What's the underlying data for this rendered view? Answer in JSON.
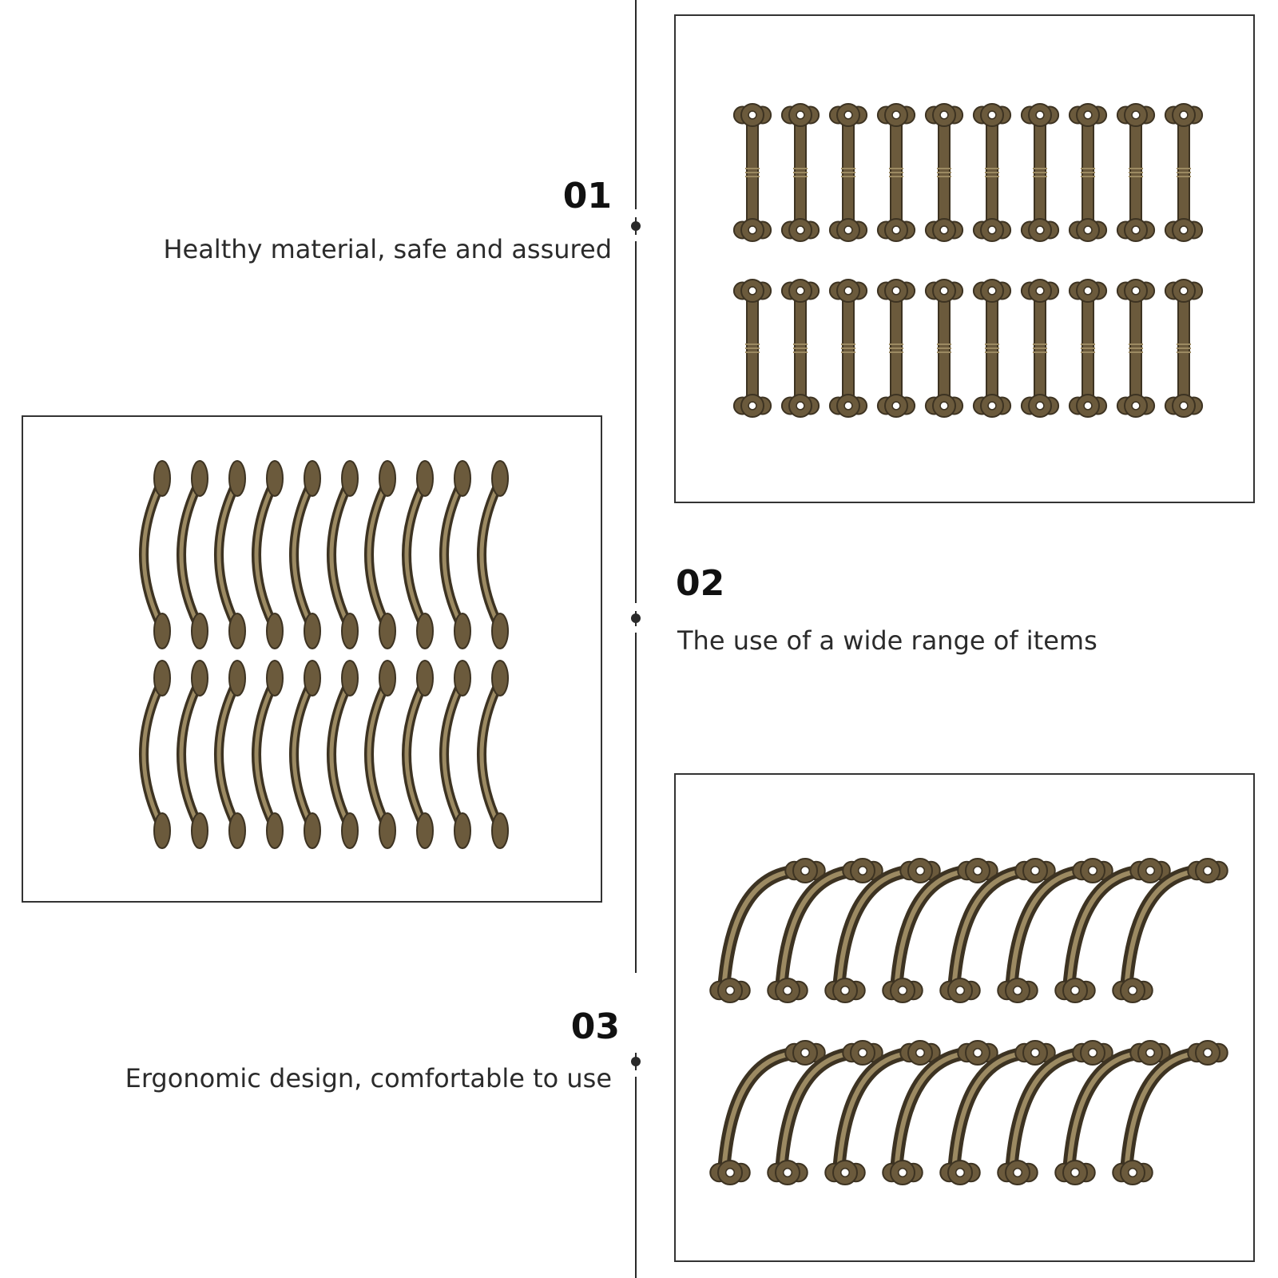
{
  "steps": [
    {
      "number": "01",
      "text": "Healthy material, safe and assured"
    },
    {
      "number": "02",
      "text": "The use of a wide range of items"
    },
    {
      "number": "03",
      "text": "Ergonomic design, comfortable to use"
    }
  ],
  "colors": {
    "bronze_dark": "#3d3322",
    "bronze_mid": "#6b5a3c",
    "bronze_light": "#9c8a62",
    "line": "#2a2a2a"
  },
  "photos": [
    {
      "subject": "straight-handle-icon",
      "rows": 2,
      "per_row": 10
    },
    {
      "subject": "curved-handle-icon",
      "rows": 2,
      "per_row": 10
    },
    {
      "subject": "arched-handle-icon",
      "rows": 2,
      "per_row": 8
    }
  ]
}
